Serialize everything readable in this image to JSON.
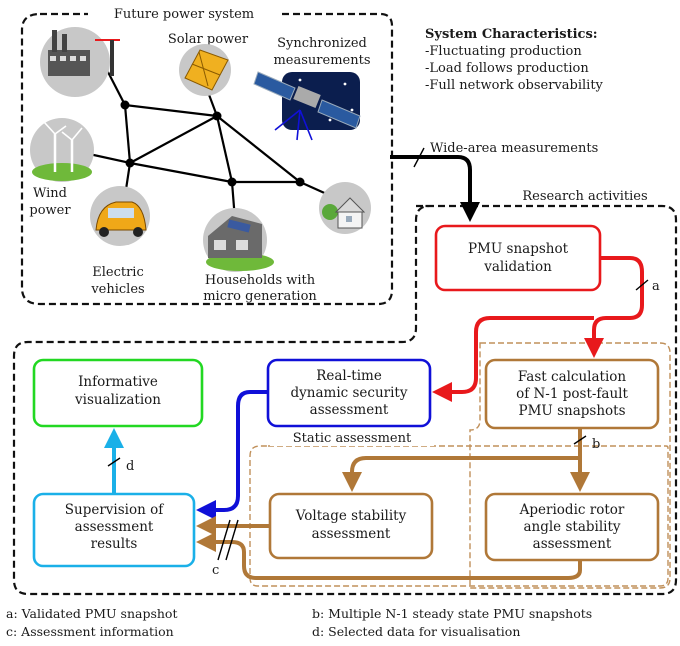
{
  "regions": {
    "future_power_system": "Future power system",
    "research_activities": "Research activities",
    "static_assessment": "Static assessment"
  },
  "characteristics": {
    "title": "System Characteristics:",
    "items": [
      "-Fluctuating production",
      "-Load follows production",
      "-Full network observability"
    ]
  },
  "grid_labels": {
    "solar": "Solar power",
    "sync_1": "Synchronized",
    "sync_2": "measurements",
    "wind_1": "Wind",
    "wind_2": "power",
    "ev_1": "Electric",
    "ev_2": "vehicles",
    "house_1": "Households with",
    "house_2": "micro generation"
  },
  "wide_area": "Wide-area measurements",
  "boxes": {
    "pmu_validation": [
      "PMU snapshot",
      "validation"
    ],
    "fast_calc": [
      "Fast calculation",
      "of N-1 post-fault",
      "PMU snapshots"
    ],
    "rt_dsa": [
      "Real-time",
      "dynamic security",
      "assessment"
    ],
    "info_vis": [
      "Informative",
      "visualization"
    ],
    "supervision": [
      "Supervision of",
      "assessment",
      "results"
    ],
    "voltage": [
      "Voltage stability",
      "assessment"
    ],
    "aperiodic": [
      "Aperiodic rotor",
      "angle stability",
      "assessment"
    ]
  },
  "edge_letters": {
    "a": "a",
    "b": "b",
    "c": "c",
    "d": "d"
  },
  "legend": {
    "a": "a: Validated PMU snapshot",
    "b": "b: Multiple N-1 steady state PMU snapshots",
    "c": "c: Assessment information",
    "d": "d: Selected data for visualisation"
  },
  "colors": {
    "red": "#e8191c",
    "blue": "#1010d8",
    "green": "#22d822",
    "cyan": "#1ab0e8",
    "brown": "#b07838"
  }
}
